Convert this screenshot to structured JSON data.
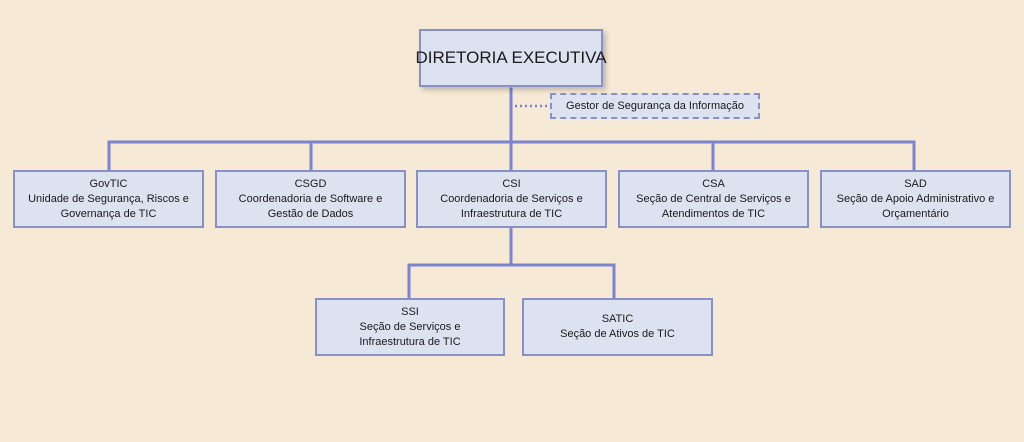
{
  "top": {
    "label": "DIRETORIA EXECUTIVA"
  },
  "advisor": {
    "label": "Gestor de Segurança da Informação"
  },
  "departments": [
    {
      "code": "GovTIC",
      "lines": [
        "Unidade de Segurança, Riscos e",
        "Governança de TIC"
      ]
    },
    {
      "code": "CSGD",
      "lines": [
        "Coordenadoria de Software e",
        "Gestão de Dados"
      ]
    },
    {
      "code": "CSI",
      "lines": [
        "Coordenadoria de Serviços e",
        "Infraestrutura  de TIC"
      ]
    },
    {
      "code": "CSA",
      "lines": [
        "Seção de Central de Serviços e",
        "Atendimentos de TIC"
      ]
    },
    {
      "code": "SAD",
      "lines": [
        "Seção de Apoio Administrativo e",
        "Orçamentário"
      ]
    }
  ],
  "sub_units": [
    {
      "code": "SSI",
      "lines": [
        "Seção de Serviços e",
        "Infraestrutura  de TIC"
      ]
    },
    {
      "code": "SATIC",
      "lines": [
        "Seção de Ativos  de TIC"
      ]
    }
  ],
  "colors": {
    "background": "#f6e9d5",
    "box_fill": "#dde2f0",
    "box_border": "#8890c8",
    "connector": "#7c84d2"
  }
}
